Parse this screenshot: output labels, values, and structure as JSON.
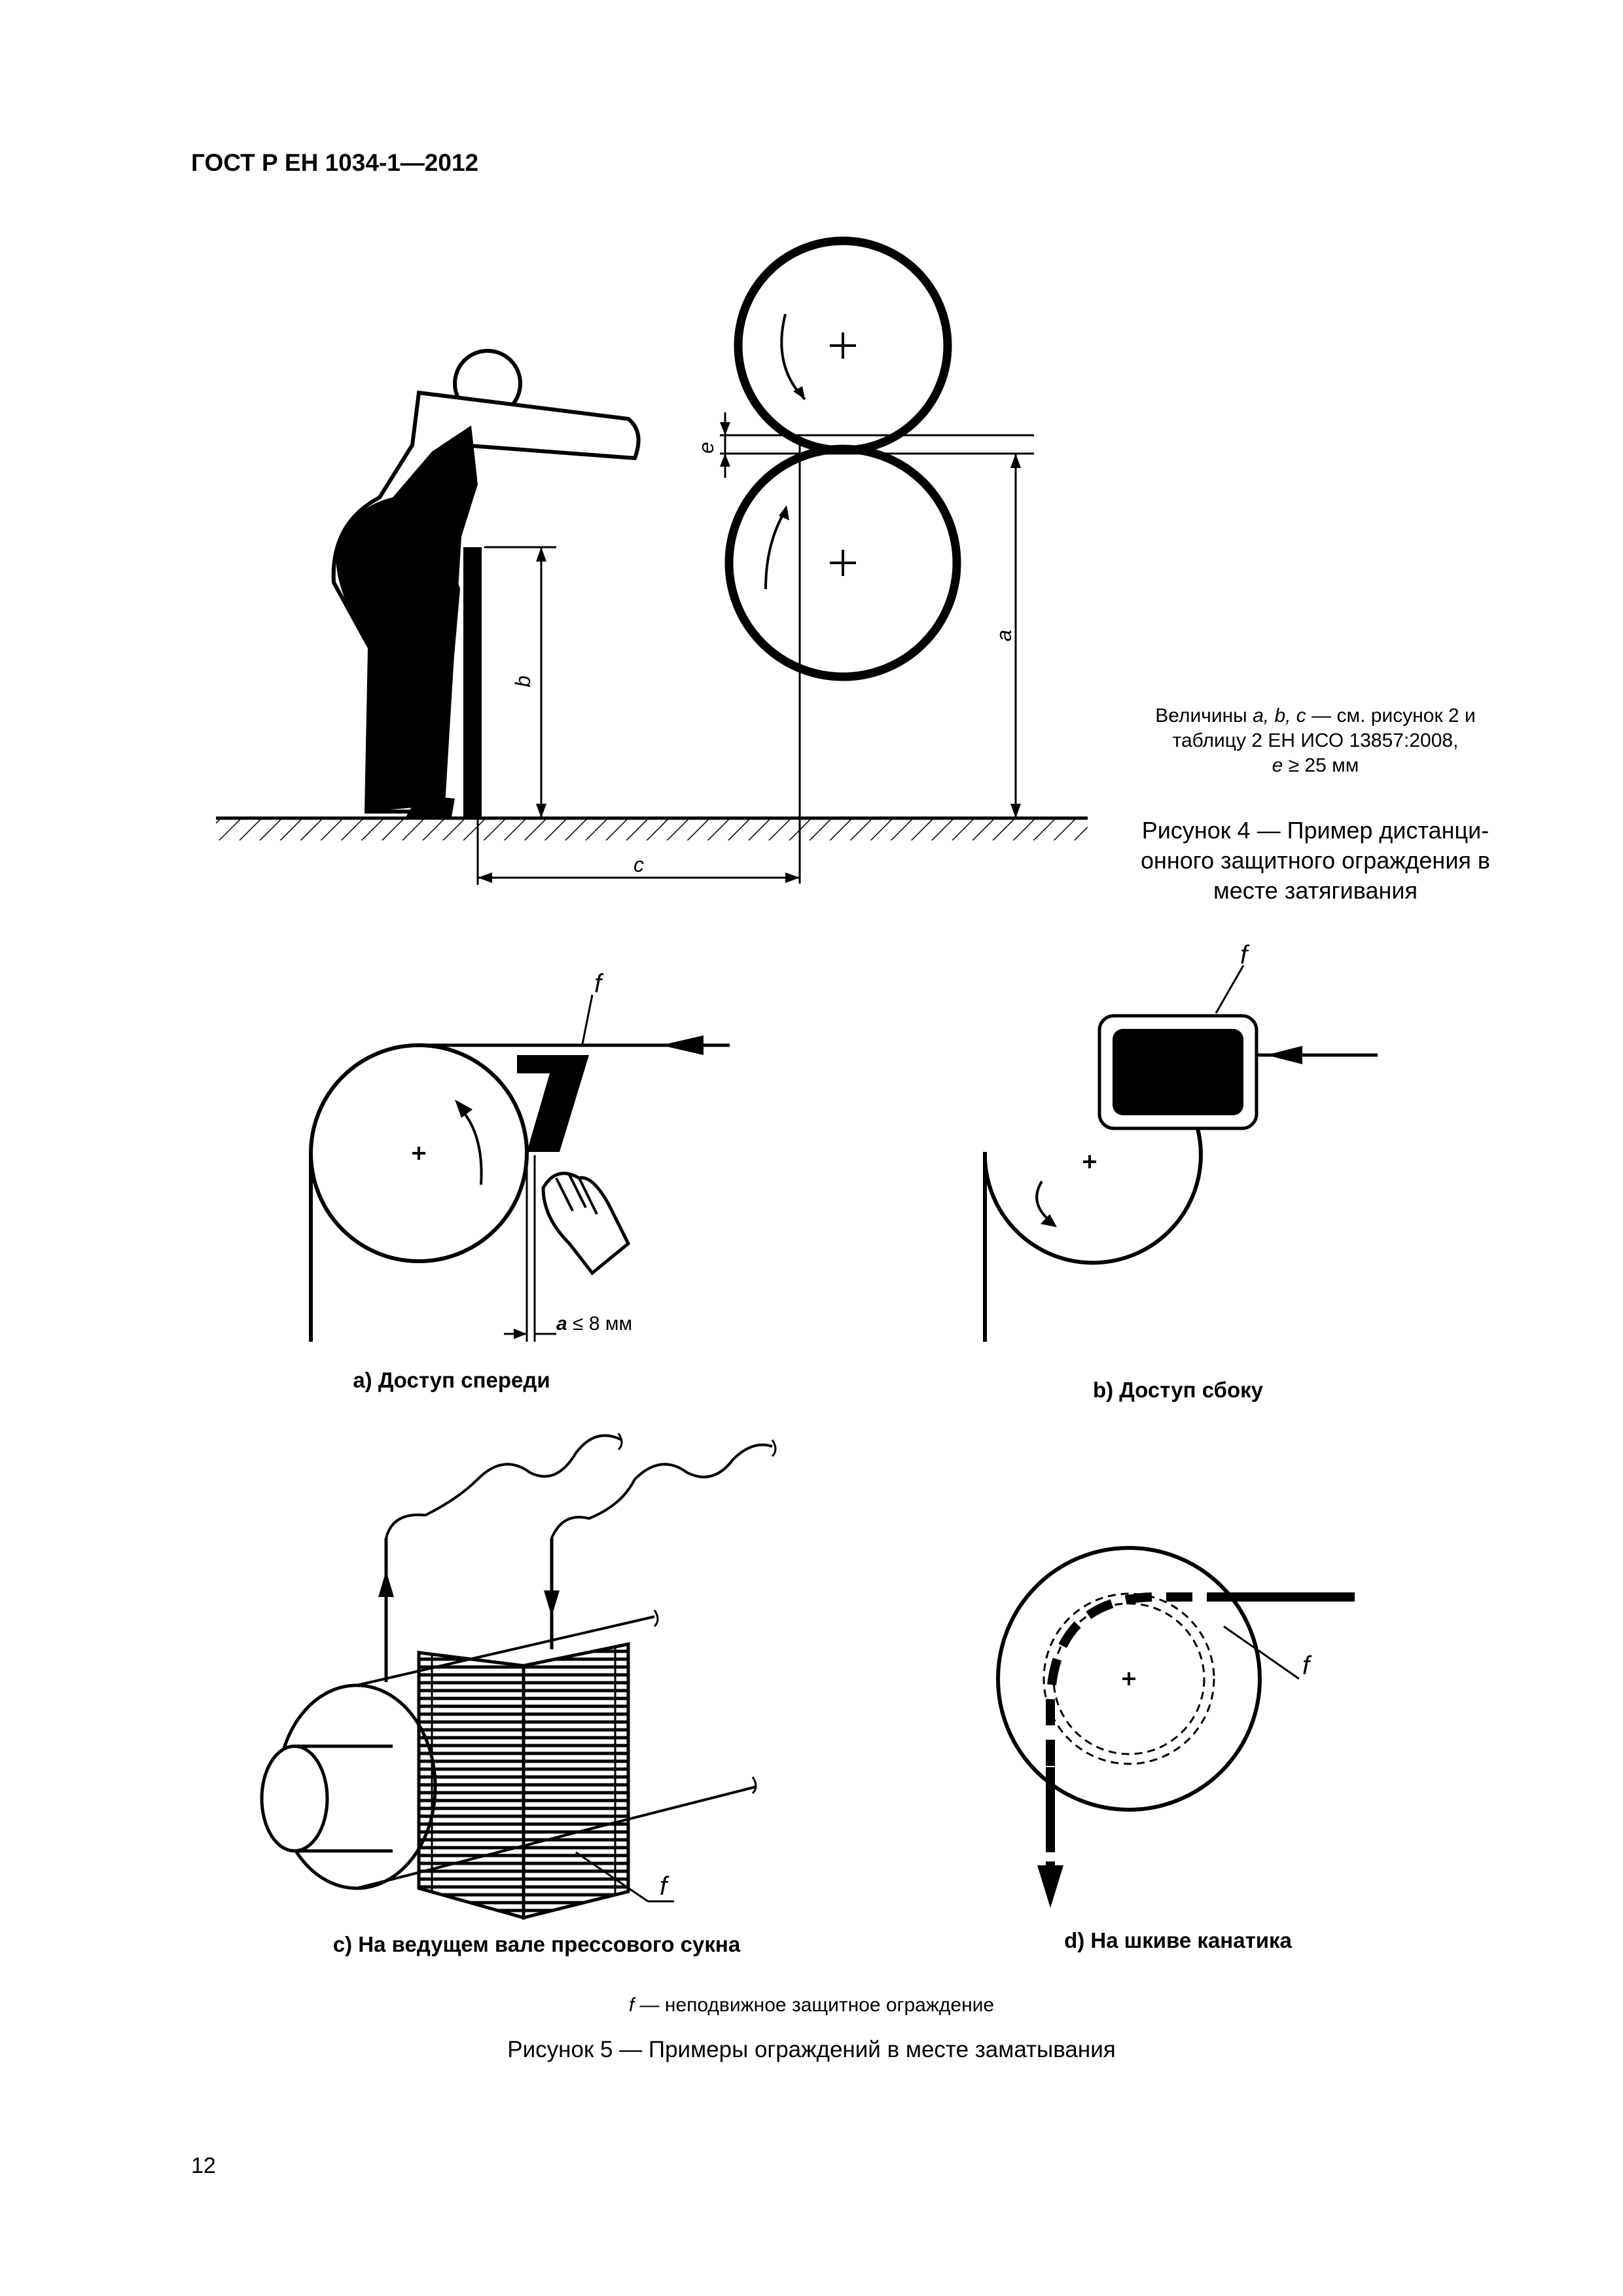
{
  "header": {
    "doc_id": "ГОСТ Р ЕН 1034-1—2012"
  },
  "figure4": {
    "dim_labels": {
      "a": "a",
      "b": "b",
      "c": "c",
      "e": "e"
    },
    "note_line1_pre": "Величины ",
    "note_vars": "a, b, c",
    "note_line1_post": " — см. рисунок 2 и",
    "note_line2": "таблицу 2 ЕН ИСО 13857:2008,",
    "note_line3_var": "e",
    "note_line3_rest": " ≥ 25 мм",
    "caption_line1": "Рисунок 4 — Пример дистанци-",
    "caption_line2": "онного защитного ограждения в",
    "caption_line3": "месте затягивания"
  },
  "figure5": {
    "guard_label": "f",
    "a_dim_var": "a",
    "a_dim_rest": " ≤ 8 мм",
    "sub_a": "а) Доступ спереди",
    "sub_b": "b) Доступ сбоку",
    "sub_c": "с) На ведущем вале прессового сукна",
    "sub_d": "d) На шкиве канатика",
    "legend_var": "f",
    "legend_text": " — неподвижное защитное ограждение",
    "caption": "Рисунок 5 — Примеры ограждений в месте заматывания"
  },
  "page_number": "12"
}
